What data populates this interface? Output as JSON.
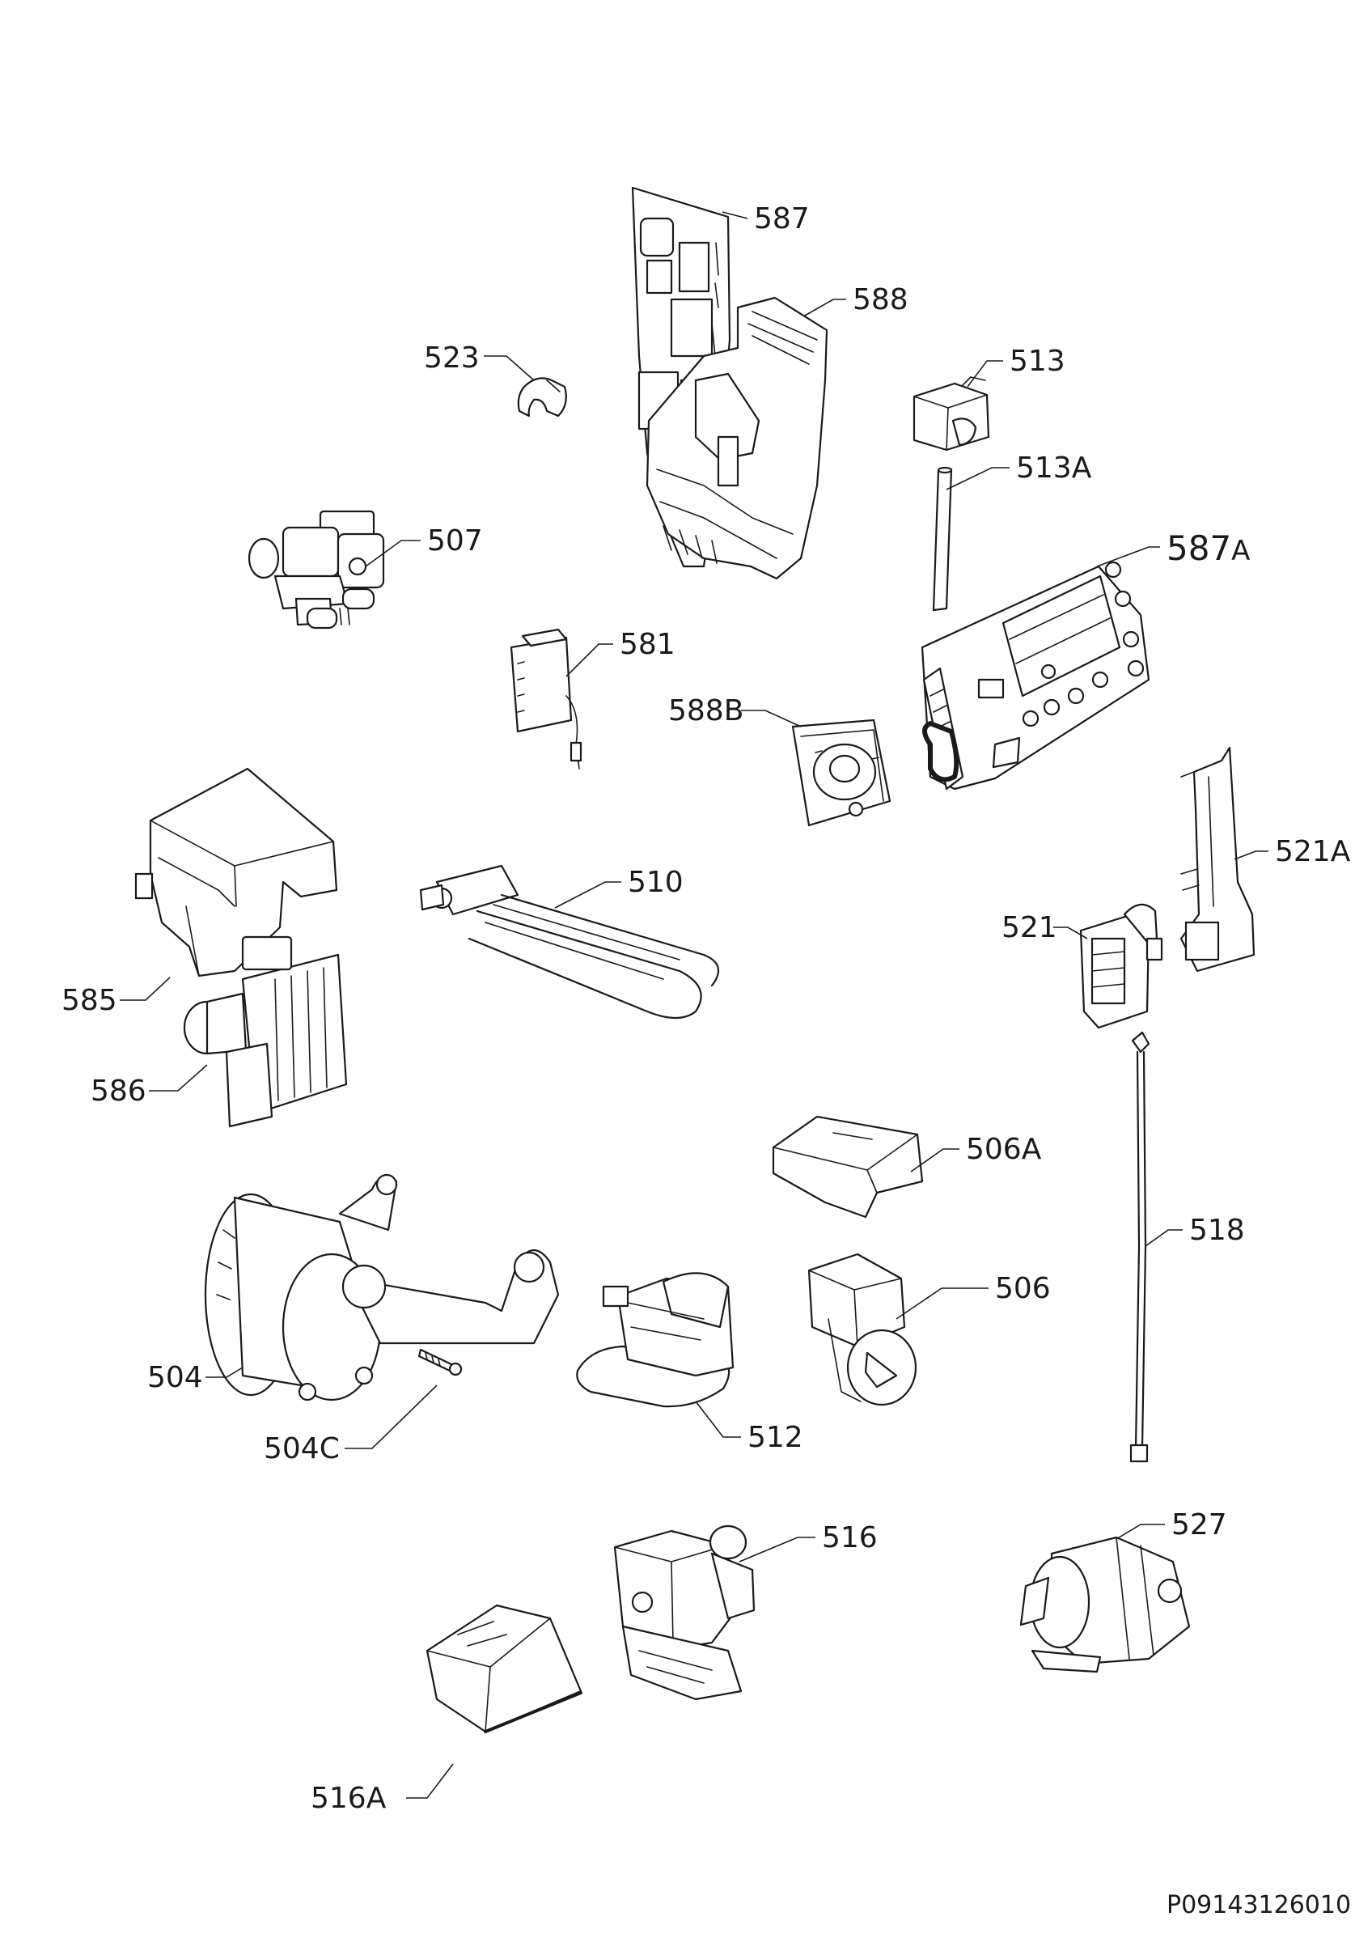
{
  "labels": {
    "p587": "587",
    "p588": "588",
    "p523": "523",
    "p513": "513",
    "p513a": "513A",
    "p587a_num": "587",
    "p587a_suffix": "A",
    "p507": "507",
    "p581": "581",
    "p588b": "588B",
    "p585": "585",
    "p510": "510",
    "p521": "521",
    "p521a": "521A",
    "p586": "586",
    "p506a": "506A",
    "p518": "518",
    "p506": "506",
    "p504": "504",
    "p504c": "504C",
    "p512": "512",
    "p516": "516",
    "p527": "527",
    "p516a": "516A"
  },
  "drawing_code": "P09143126010",
  "colors": {
    "line": "#1a1a1a",
    "background": "#ffffff"
  }
}
